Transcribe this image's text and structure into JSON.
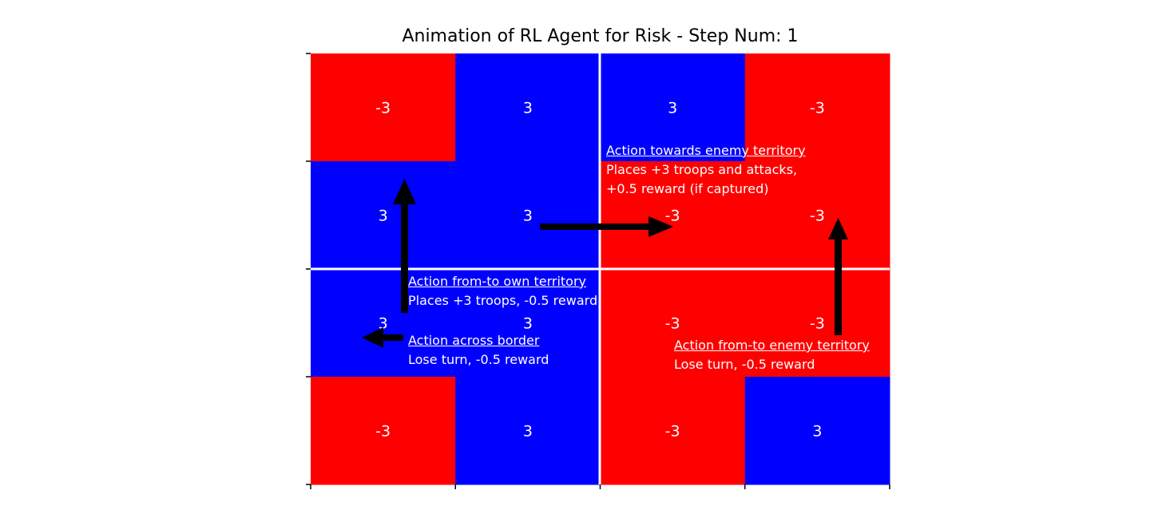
{
  "title": "Animation of RL Agent for Risk - Step Num: 1",
  "colors": {
    "player_territory": "#0000ff",
    "enemy_territory": "#ff0000",
    "border_line": "#ffffff",
    "arrow": "#000000",
    "label_text": "#ffffff"
  },
  "grid": {
    "rows": 4,
    "cols": 4,
    "cells": [
      [
        {
          "owner": "enemy",
          "troops": "-3"
        },
        {
          "owner": "player",
          "troops": "3"
        },
        {
          "owner": "player",
          "troops": "3"
        },
        {
          "owner": "enemy",
          "troops": "-3"
        }
      ],
      [
        {
          "owner": "player",
          "troops": "3"
        },
        {
          "owner": "player",
          "troops": "3"
        },
        {
          "owner": "enemy",
          "troops": "-3"
        },
        {
          "owner": "enemy",
          "troops": "-3"
        }
      ],
      [
        {
          "owner": "player",
          "troops": "3"
        },
        {
          "owner": "player",
          "troops": "3"
        },
        {
          "owner": "enemy",
          "troops": "-3"
        },
        {
          "owner": "enemy",
          "troops": "-3"
        }
      ],
      [
        {
          "owner": "enemy",
          "troops": "-3"
        },
        {
          "owner": "player",
          "troops": "3"
        },
        {
          "owner": "enemy",
          "troops": "-3"
        },
        {
          "owner": "player",
          "troops": "3"
        }
      ]
    ]
  },
  "annotations": {
    "towards_enemy": {
      "heading": "Action towards enemy territory",
      "lines": [
        "Places +3 troops and attacks,",
        "+0.5 reward (if captured)"
      ]
    },
    "own_territory": {
      "heading": "Action from-to own territory",
      "lines": [
        "Places +3 troops, -0.5 reward"
      ]
    },
    "across_border": {
      "heading": "Action across border",
      "lines": [
        "Lose turn, -0.5 reward"
      ]
    },
    "enemy_to_enemy": {
      "heading": "Action from-to enemy territory",
      "lines": [
        "Lose turn, -0.5 reward"
      ]
    }
  }
}
